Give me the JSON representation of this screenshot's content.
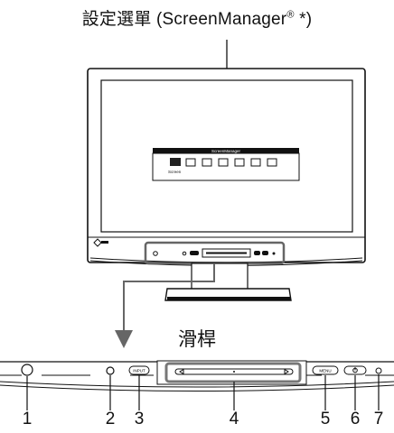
{
  "title": {
    "main": "設定選單 (ScreenManager",
    "reg": "®",
    "tail": " *)"
  },
  "screen_menu": {
    "header": "ScreenManager",
    "item_label": "Screen"
  },
  "slider_label": "滑桿",
  "buttons": {
    "input": "INPUT",
    "menu": "MENU"
  },
  "callouts": [
    "1",
    "2",
    "3",
    "4",
    "5",
    "6",
    "7"
  ]
}
